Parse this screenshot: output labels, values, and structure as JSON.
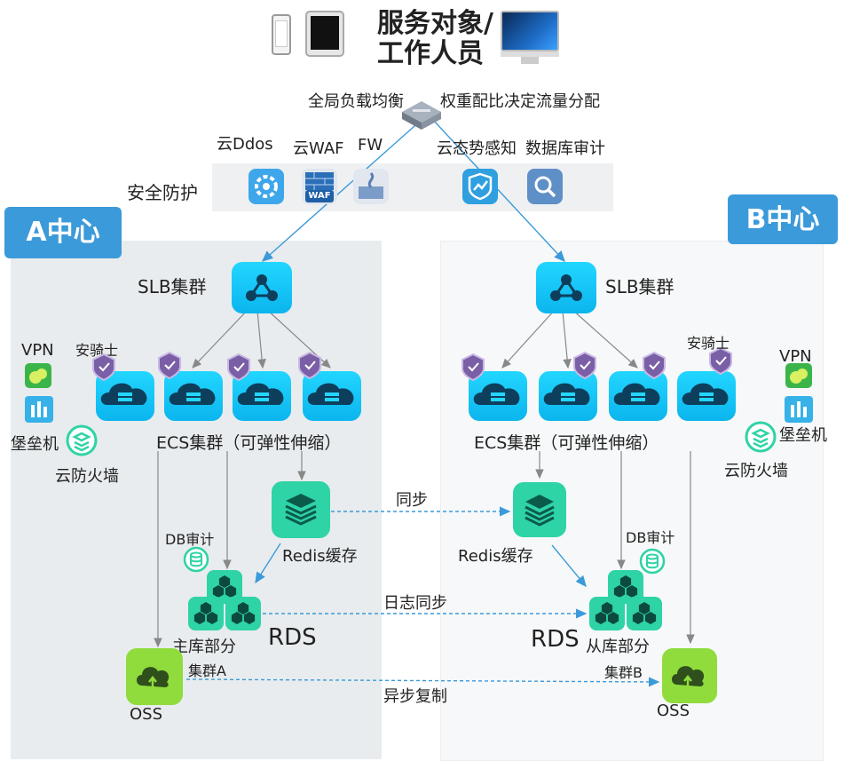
{
  "header": {
    "title_line1": "服务对象/",
    "title_line2": "工作人员",
    "lb_left": "全局负载均衡",
    "lb_right": "权重配比决定流量分配"
  },
  "security": {
    "label": "安全防护",
    "items": [
      "云Ddos",
      "云WAF",
      "FW",
      "云态势感知",
      "数据库审计"
    ],
    "waf_badge": "WAF"
  },
  "center_a": {
    "badge": "A中心",
    "slb": "SLB集群",
    "vpn": "VPN",
    "guard": "安骑士",
    "bastion": "堡垒机",
    "firewall": "云防火墙",
    "ecs": "ECS集群（可弹性伸缩）",
    "redis": "Redis缓存",
    "db_audit": "DB审计",
    "rds": "RDS",
    "rds_role": "主库部分",
    "oss_cluster": "集群A",
    "oss": "OSS"
  },
  "center_b": {
    "badge": "B中心",
    "slb": "SLB集群",
    "vpn": "VPN",
    "guard": "安骑士",
    "bastion": "堡垒机",
    "firewall": "云防火墙",
    "ecs": "ECS集群（可弹性伸缩）",
    "redis": "Redis缓存",
    "db_audit": "DB审计",
    "rds": "RDS",
    "rds_role": "从库部分",
    "oss_cluster": "集群B",
    "oss": "OSS"
  },
  "links": {
    "redis_sync": "同步",
    "log_sync": "日志同步",
    "async_copy": "异步复制"
  },
  "colors": {
    "badge_blue": "#3b9ad9",
    "tile_cyan": "#12c4f5",
    "teal": "#2ed3a6",
    "oss_green": "#8fdc3c",
    "arrow": "#3b9ad9",
    "panel_a": "#e8ecee",
    "panel_b": "#f7f8f9"
  }
}
